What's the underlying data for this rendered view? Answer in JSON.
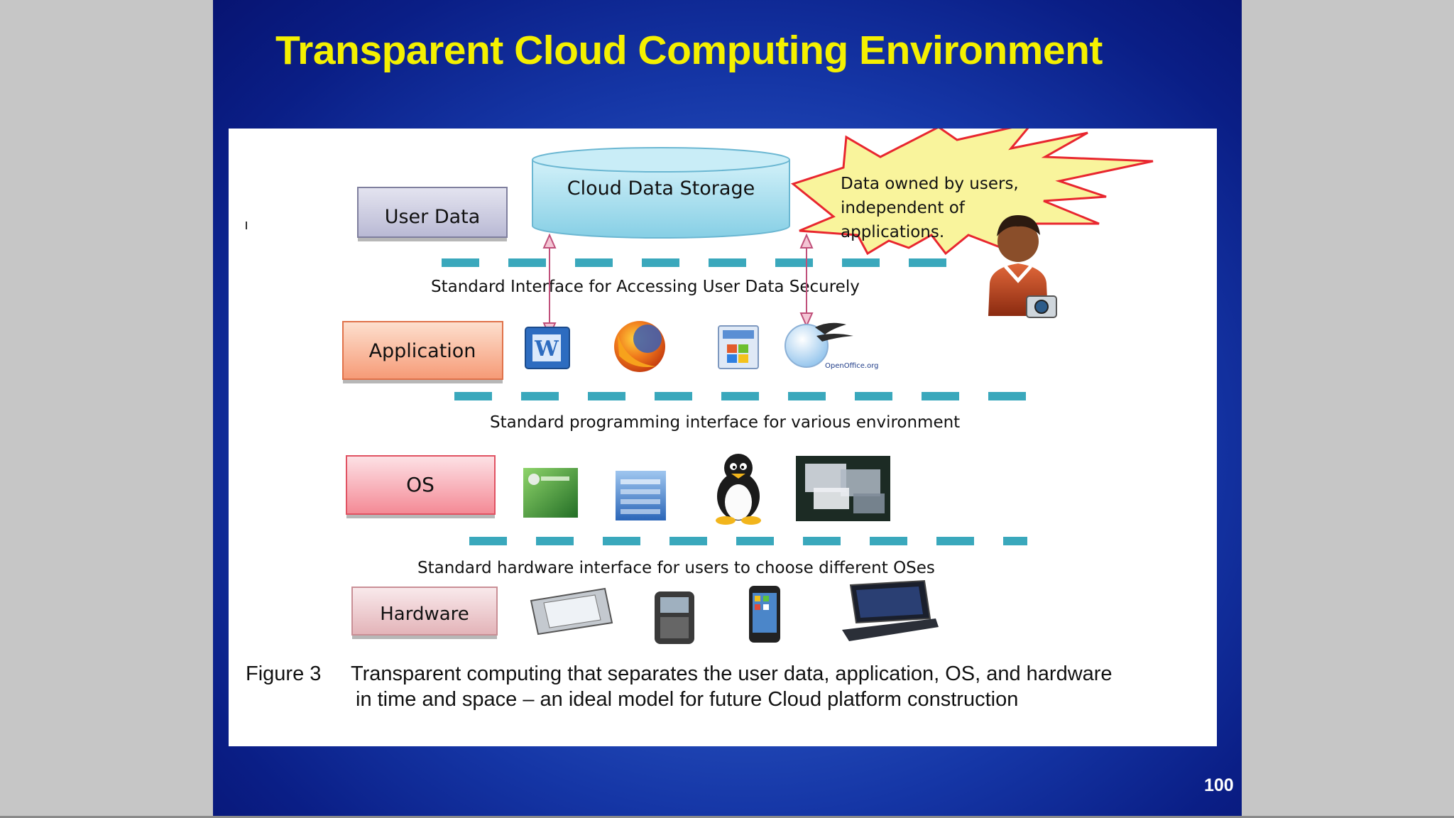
{
  "slide": {
    "title": "Transparent Cloud Computing Environment",
    "page_number": "100"
  },
  "diagram": {
    "storage": {
      "label": "Cloud Data Storage"
    },
    "callout": {
      "lines": [
        "Data owned by users,",
        "independent of",
        "applications."
      ]
    },
    "layers": {
      "user_data": "User Data",
      "application": "Application",
      "os": "OS",
      "hardware": "Hardware"
    },
    "interfaces": {
      "data": "Standard Interface for Accessing User Data Securely",
      "programming": "Standard programming interface for various environment",
      "hardware": "Standard hardware interface for users to choose different OSes"
    },
    "app_icons": [
      "word-icon",
      "firefox-icon",
      "windows-app-icon",
      "openoffice-icon"
    ],
    "app_icon_texts": {
      "openoffice": "OpenOffice.org"
    },
    "os_icons": [
      "windows-vista-icon",
      "windows-mobile-icon",
      "linux-tux-icon",
      "desktop-os-icon"
    ],
    "hardware_icons": [
      "pda-device-icon",
      "blackberry-phone-icon",
      "iphone-icon",
      "laptop-icon"
    ],
    "colors": {
      "user_data_box": "#ccccdf",
      "application_box": "#f9b392",
      "os_box": "#f7a4ae",
      "hardware_box": "#efcfd2",
      "interface_dash": "#3aa8bc",
      "callout_fill": "#f9f49c",
      "callout_stroke": "#e8262f",
      "storage_fill": "#a9dfee"
    }
  },
  "caption": {
    "figure_label": "Figure 3",
    "line1": "Transparent computing that separates the user data, application, OS, and hardware",
    "line2": "in time and space – an ideal model for future Cloud platform construction"
  }
}
